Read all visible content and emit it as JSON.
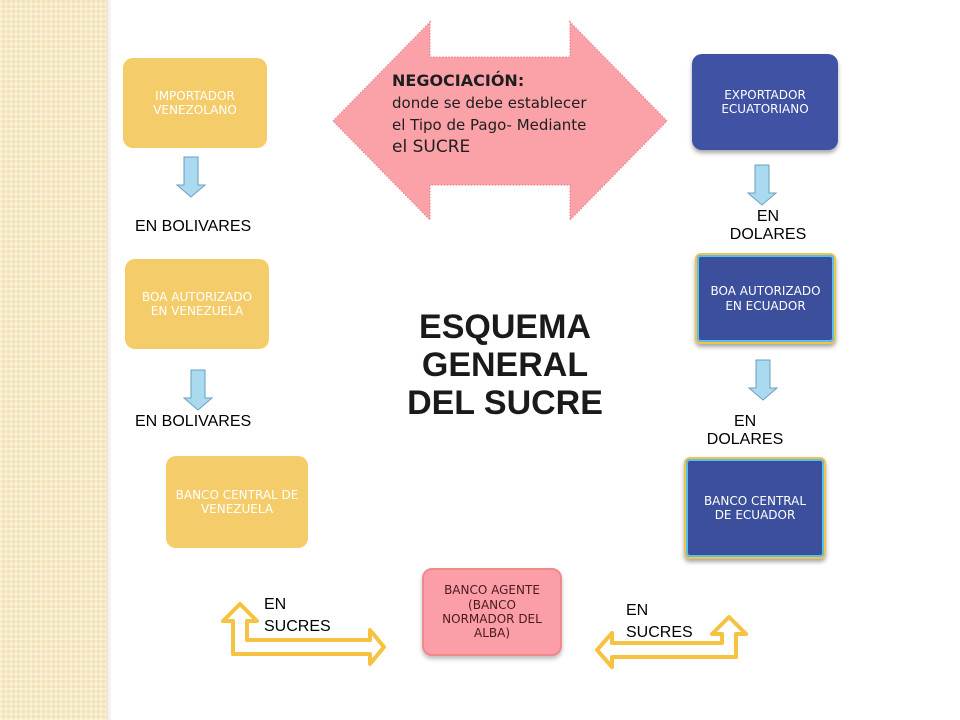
{
  "title": {
    "lines": [
      "ESQUEMA",
      "GENERAL",
      "DEL SUCRE"
    ]
  },
  "negotiation": {
    "heading": "NEGOCIACIÓN:",
    "line1": "donde se debe establecer",
    "line2": "el Tipo de Pago- Mediante",
    "line3": "el SUCRE"
  },
  "left_column": {
    "importer": "IMPORTADOR VENEZOLANO",
    "boa": "BOA AUTORIZADO EN VENEZUELA",
    "central_bank": "BANCO CENTRAL DE VENEZUELA",
    "currency_1": "EN BOLIVARES",
    "currency_2": "EN BOLIVARES"
  },
  "right_column": {
    "exporter": "EXPORTADOR ECUATORIANO",
    "boa": "BOA AUTORIZADO EN ECUADOR",
    "central_bank": "BANCO CENTRAL DE ECUADOR",
    "currency_1": {
      "line1": "EN",
      "line2": "DOLARES"
    },
    "currency_2": {
      "line1": "EN",
      "line2": "DOLARES"
    }
  },
  "agent_bank": "BANCO AGENTE (BANCO NORMADOR DEL ALBA)",
  "sucre_left": {
    "line1": "EN",
    "line2": "SUCRES"
  },
  "sucre_right": {
    "line1": "EN",
    "line2": "SUCRES"
  },
  "colors": {
    "yellow_box": "#f5cc6a",
    "blue_box": "#3f52a3",
    "pink_box": "#fb9ea8",
    "down_arrow": "#a9daf0",
    "sucre_arrow": "#f5c242",
    "double_arrow": "#fba2a9"
  }
}
